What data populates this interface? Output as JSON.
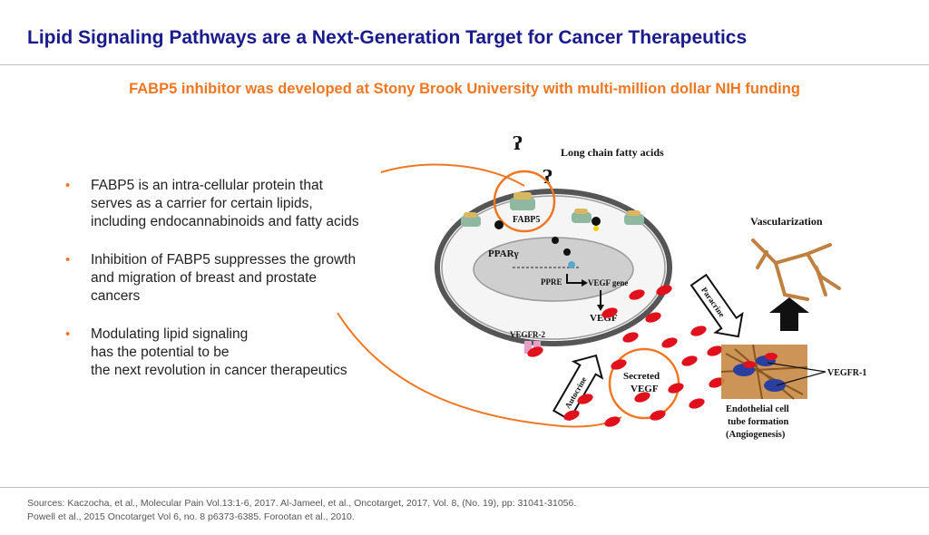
{
  "slide": {
    "title": "Lipid Signaling Pathways are a Next-Generation Target for Cancer Therapeutics",
    "subtitle": "FABP5 inhibitor was developed at Stony Brook University with multi-million dollar NIH funding"
  },
  "bullets": [
    {
      "marker": "•",
      "text": "FABP5 is an intra-cellular protein that\nserves as a carrier for certain lipids,\nincluding endocannabinoids and fatty acids"
    },
    {
      "marker": "•",
      "text": "Inhibition of FABP5 suppresses the growth\nand migration of breast and prostate\ncancers"
    },
    {
      "marker": "•",
      "text": "Modulating lipid signaling\nhas the potential to be\nthe next revolution in cancer therapeutics"
    }
  ],
  "diagram": {
    "long_chain": "Long chain fatty acids",
    "fabp5": "FABP5",
    "ppar": "PPARγ",
    "ppre": "PPRE",
    "vegf_gene": "VEGF gene",
    "vegf": "VEGF",
    "vegfr2": "VEGFR-2",
    "autocrine": "Autocrine",
    "paracrine": "Paracrine",
    "secreted_1": "Secreted",
    "secreted_2": "VEGF",
    "vascularization": "Vascularization",
    "vegfr1": "VEGFR-1",
    "endo_1": "Endothelial cell",
    "endo_2": "tube formation",
    "endo_3": "(Angiogenesis)",
    "colors": {
      "title": "#1a1a8c",
      "accent": "#f07722",
      "vegf_red": "#e0101c",
      "vessel_brown": "#c08040"
    }
  },
  "sources": {
    "line1": "Sources: Kaczocha, et al., Molecular Pain Vol.13:1-6, 2017. Al-Jameel, et al., Oncotarget, 2017, Vol. 8, (No. 19), pp: 31041-31056.",
    "line2": "Powell et al., 2015 Oncotarget Vol 6, no. 8 p6373-6385. Forootan et al., 2010."
  }
}
